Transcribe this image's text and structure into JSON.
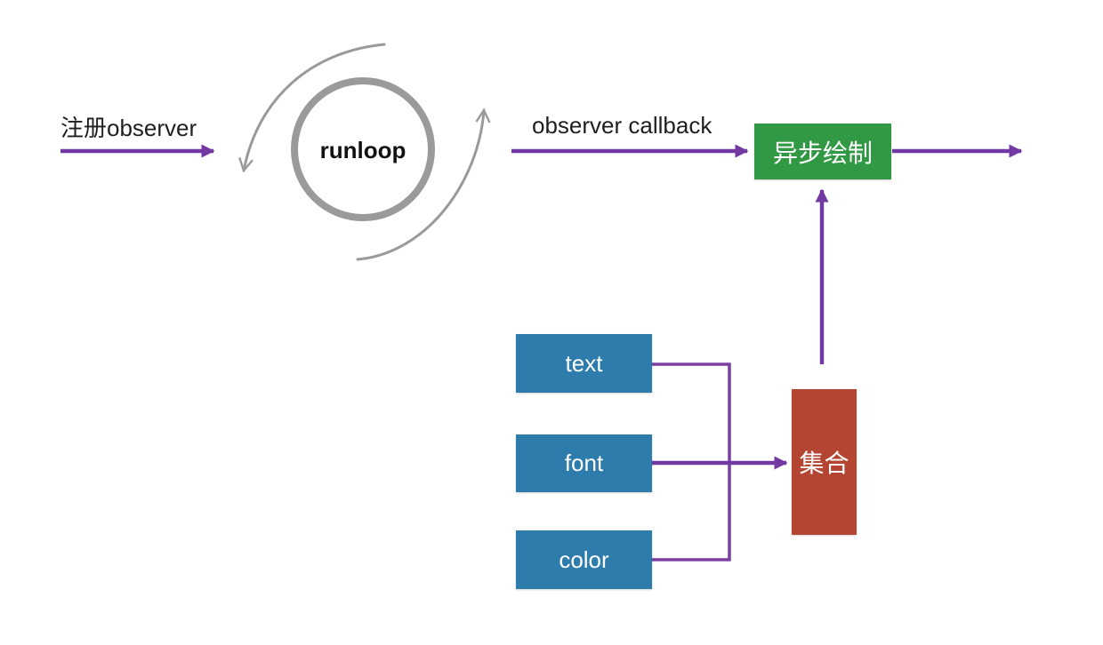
{
  "diagram": {
    "title": "runloop observer async drawing flow",
    "labels": {
      "register_observer": "注册observer",
      "observer_callback": "observer callback",
      "runloop": "runloop"
    },
    "nodes": {
      "async_draw": {
        "label": "异步绘制",
        "color": "#319943",
        "text_color": "#ffffff"
      },
      "collection": {
        "label": "集合",
        "color": "#b44533",
        "text_color": "#ffffff"
      },
      "text_attr": {
        "label": "text",
        "color": "#2d7cab",
        "text_color": "#ffffff"
      },
      "font_attr": {
        "label": "font",
        "color": "#2d7cab",
        "text_color": "#ffffff"
      },
      "color_attr": {
        "label": "color",
        "color": "#2d7cab",
        "text_color": "#ffffff"
      }
    },
    "colors": {
      "arrow_purple": "#7239a3",
      "loop_gray": "#9a9a9a",
      "label_text": "#1f1f1f",
      "background": "#ffffff"
    },
    "edges": [
      {
        "from": "注册observer",
        "to": "runloop"
      },
      {
        "from": "runloop",
        "to": "异步绘制",
        "label": "observer callback"
      },
      {
        "from": "异步绘制",
        "to": "output"
      },
      {
        "from": "text",
        "to": "集合"
      },
      {
        "from": "font",
        "to": "集合"
      },
      {
        "from": "color",
        "to": "集合"
      },
      {
        "from": "集合",
        "to": "异步绘制"
      }
    ]
  }
}
